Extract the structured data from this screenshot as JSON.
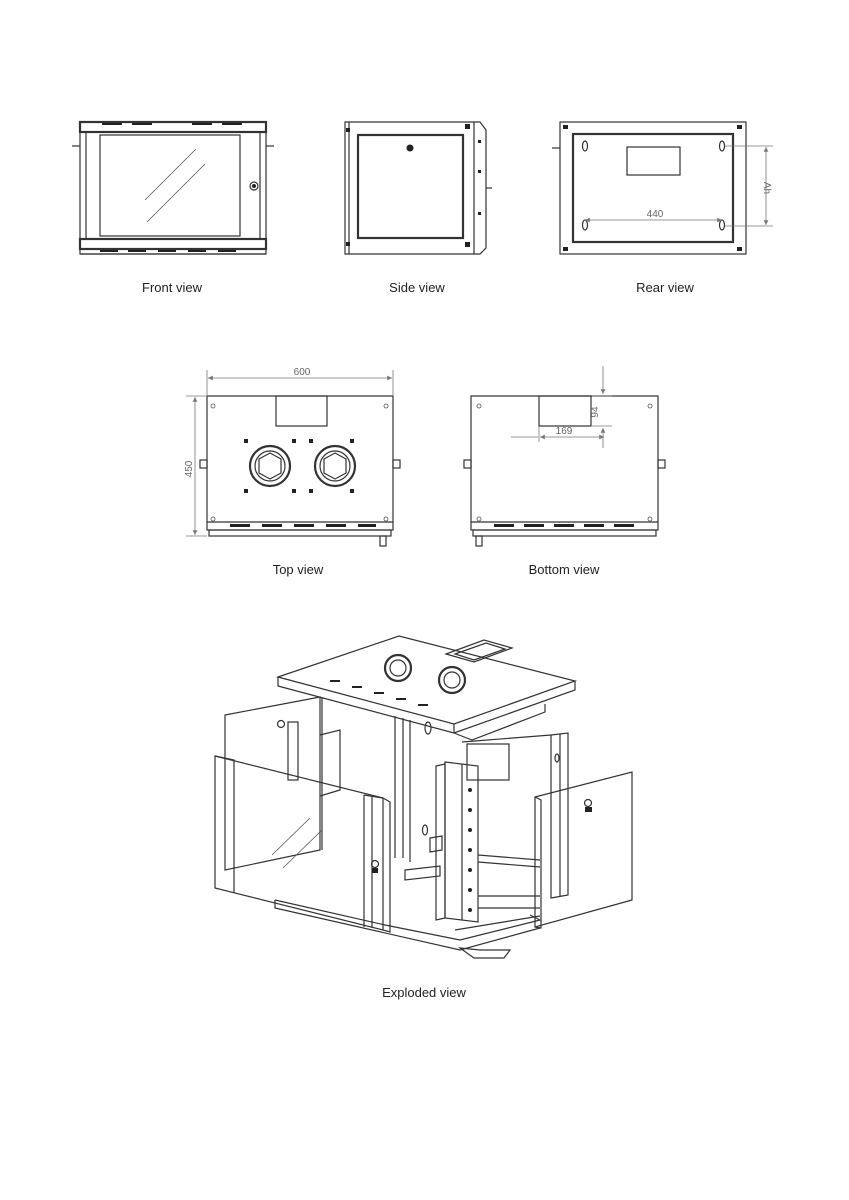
{
  "captions": {
    "front": "Front view",
    "side": "Side view",
    "rear": "Rear view",
    "top": "Top view",
    "bottom": "Bottom view",
    "exploded": "Exploded view"
  },
  "dimensions": {
    "rear_width": "440",
    "rear_height": "Ah",
    "top_width": "600",
    "top_depth": "450",
    "bottom_offset": "169",
    "bottom_height": "94"
  }
}
